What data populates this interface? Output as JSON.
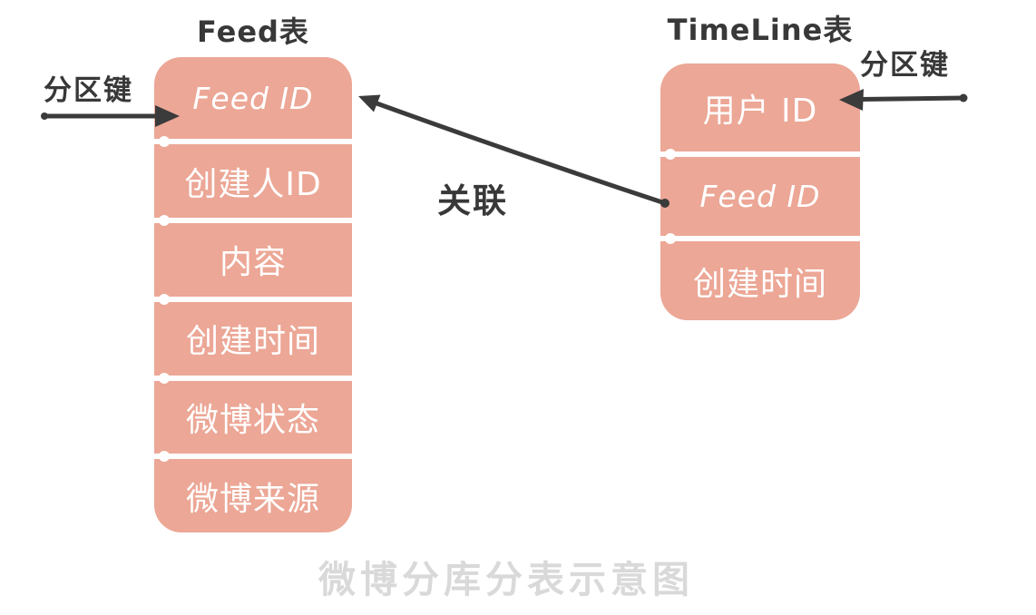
{
  "diagram": {
    "caption": "微博分库分表示意图",
    "colors": {
      "table_fill": "#ECA796",
      "ink": "#3B3B3B",
      "row_text": "#FFFFFF",
      "caption_text": "#D9D9D9"
    }
  },
  "feed_table": {
    "title": "Feed表",
    "rows": [
      "Feed ID",
      "创建人ID",
      "内容",
      "创建时间",
      "微博状态",
      "微博来源"
    ]
  },
  "timeline_table": {
    "title": "TimeLine表",
    "rows": [
      "用户 ID",
      "Feed ID",
      "创建时间"
    ]
  },
  "labels": {
    "partition_key_left": "分区键",
    "partition_key_right": "分区键",
    "relation": "关联"
  }
}
